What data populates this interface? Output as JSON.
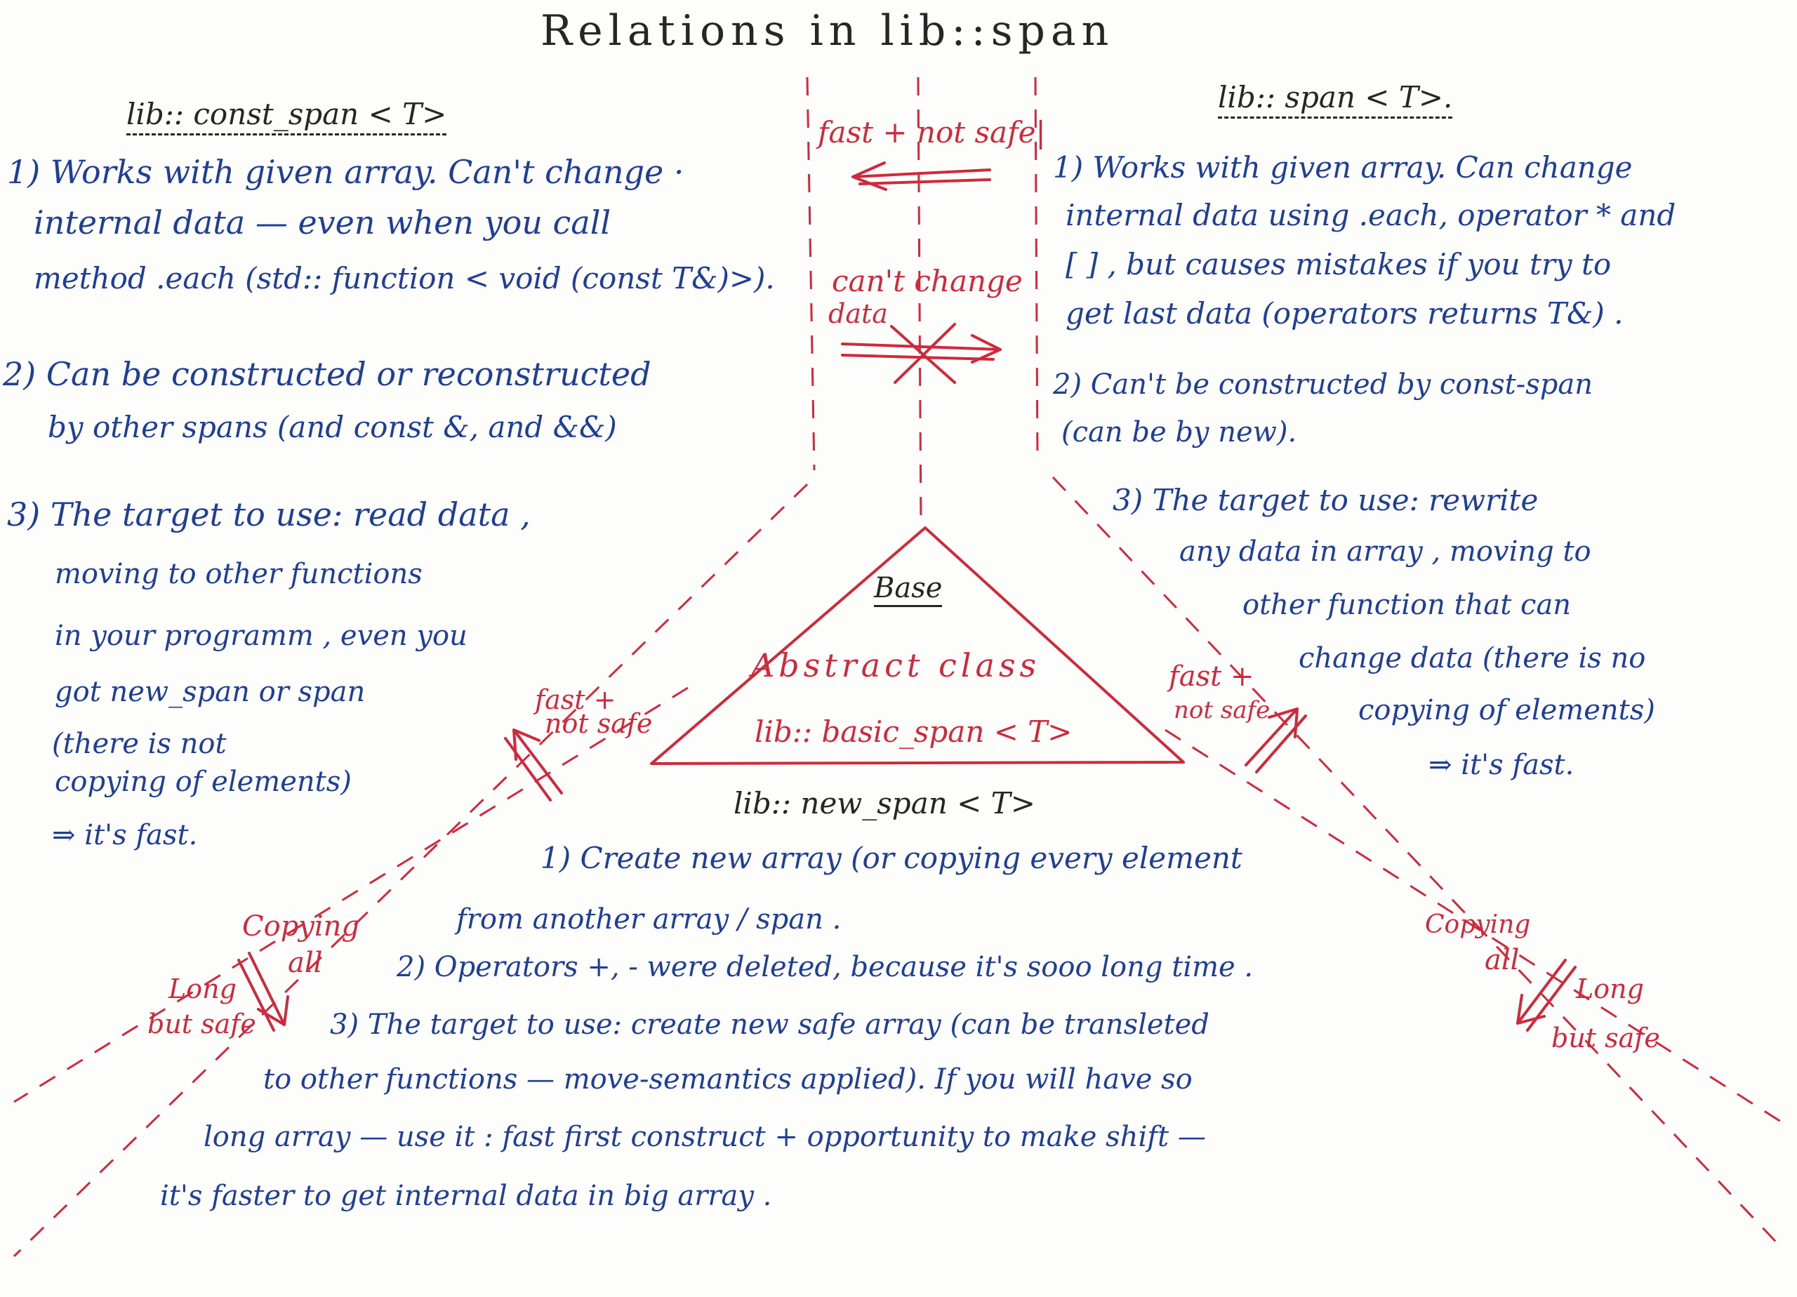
{
  "title": "Relations in lib::span",
  "const_span": {
    "heading": "lib:: const_span < T>",
    "p1": [
      "1) Works with given array. Can't change ·",
      "internal data — even when you call",
      "method .each (std:: function < void (const T&)>)."
    ],
    "p2": [
      "2) Can be constructed or reconstructed",
      "by other spans (and const &, and &&)"
    ],
    "p3": [
      "3) The target to use: read data ,",
      "moving to other functions",
      "in your programm , even you",
      "got new_span or span",
      "(there is not",
      "copying of elements)",
      "⇒ it's fast."
    ]
  },
  "span": {
    "heading": "lib:: span < T>.",
    "p1": [
      "1) Works with given array. Can change",
      "internal data using .each, operator * and",
      "[ ] , but causes mistakes if you try to",
      "get last data (operators returns T&) ."
    ],
    "p2": [
      "2) Can't be constructed by const-span",
      "(can be by new)."
    ],
    "p3": [
      "3) The target to use: rewrite",
      "any data in array , moving to",
      "other function that can",
      "change data (there is no",
      "copying of elements)",
      "⇒ it's fast."
    ]
  },
  "center_labels": {
    "fast_not_safe": "fast + not safe|",
    "cant_change": "can't change",
    "data": "data"
  },
  "base": {
    "label": "Base",
    "line1": "Abstract class",
    "line2": "lib:: basic_span < T>"
  },
  "left_arrow_label": [
    "fast +",
    "not safe"
  ],
  "right_arrow_label": [
    "fast +",
    "not safe"
  ],
  "new_span": {
    "heading": "lib:: new_span < T>",
    "p1": [
      "1) Create new array (or copying every element",
      "from another array / span ."
    ],
    "p2": "2) Operators +, - were deleted, because it's sooo long time .",
    "p3": [
      "3) The target to use: create new safe array (can be transleted",
      "to other functions — move-semantics applied). If you will have so",
      "long array — use it : fast first construct + opportunity to make shift —",
      "it's faster to get internal data in big array ."
    ]
  },
  "bottom_left": {
    "copying": [
      "Copying",
      "all"
    ],
    "long": [
      "Long",
      "but safe"
    ]
  },
  "bottom_right": {
    "copying": [
      "Copying",
      "all"
    ],
    "long": [
      "Long",
      "but safe"
    ]
  },
  "colors": {
    "blue_ink": "#1f3f96",
    "red_ink": "#cf2a3c",
    "dark_ink": "#262626",
    "paper": "#fdfdfb"
  }
}
